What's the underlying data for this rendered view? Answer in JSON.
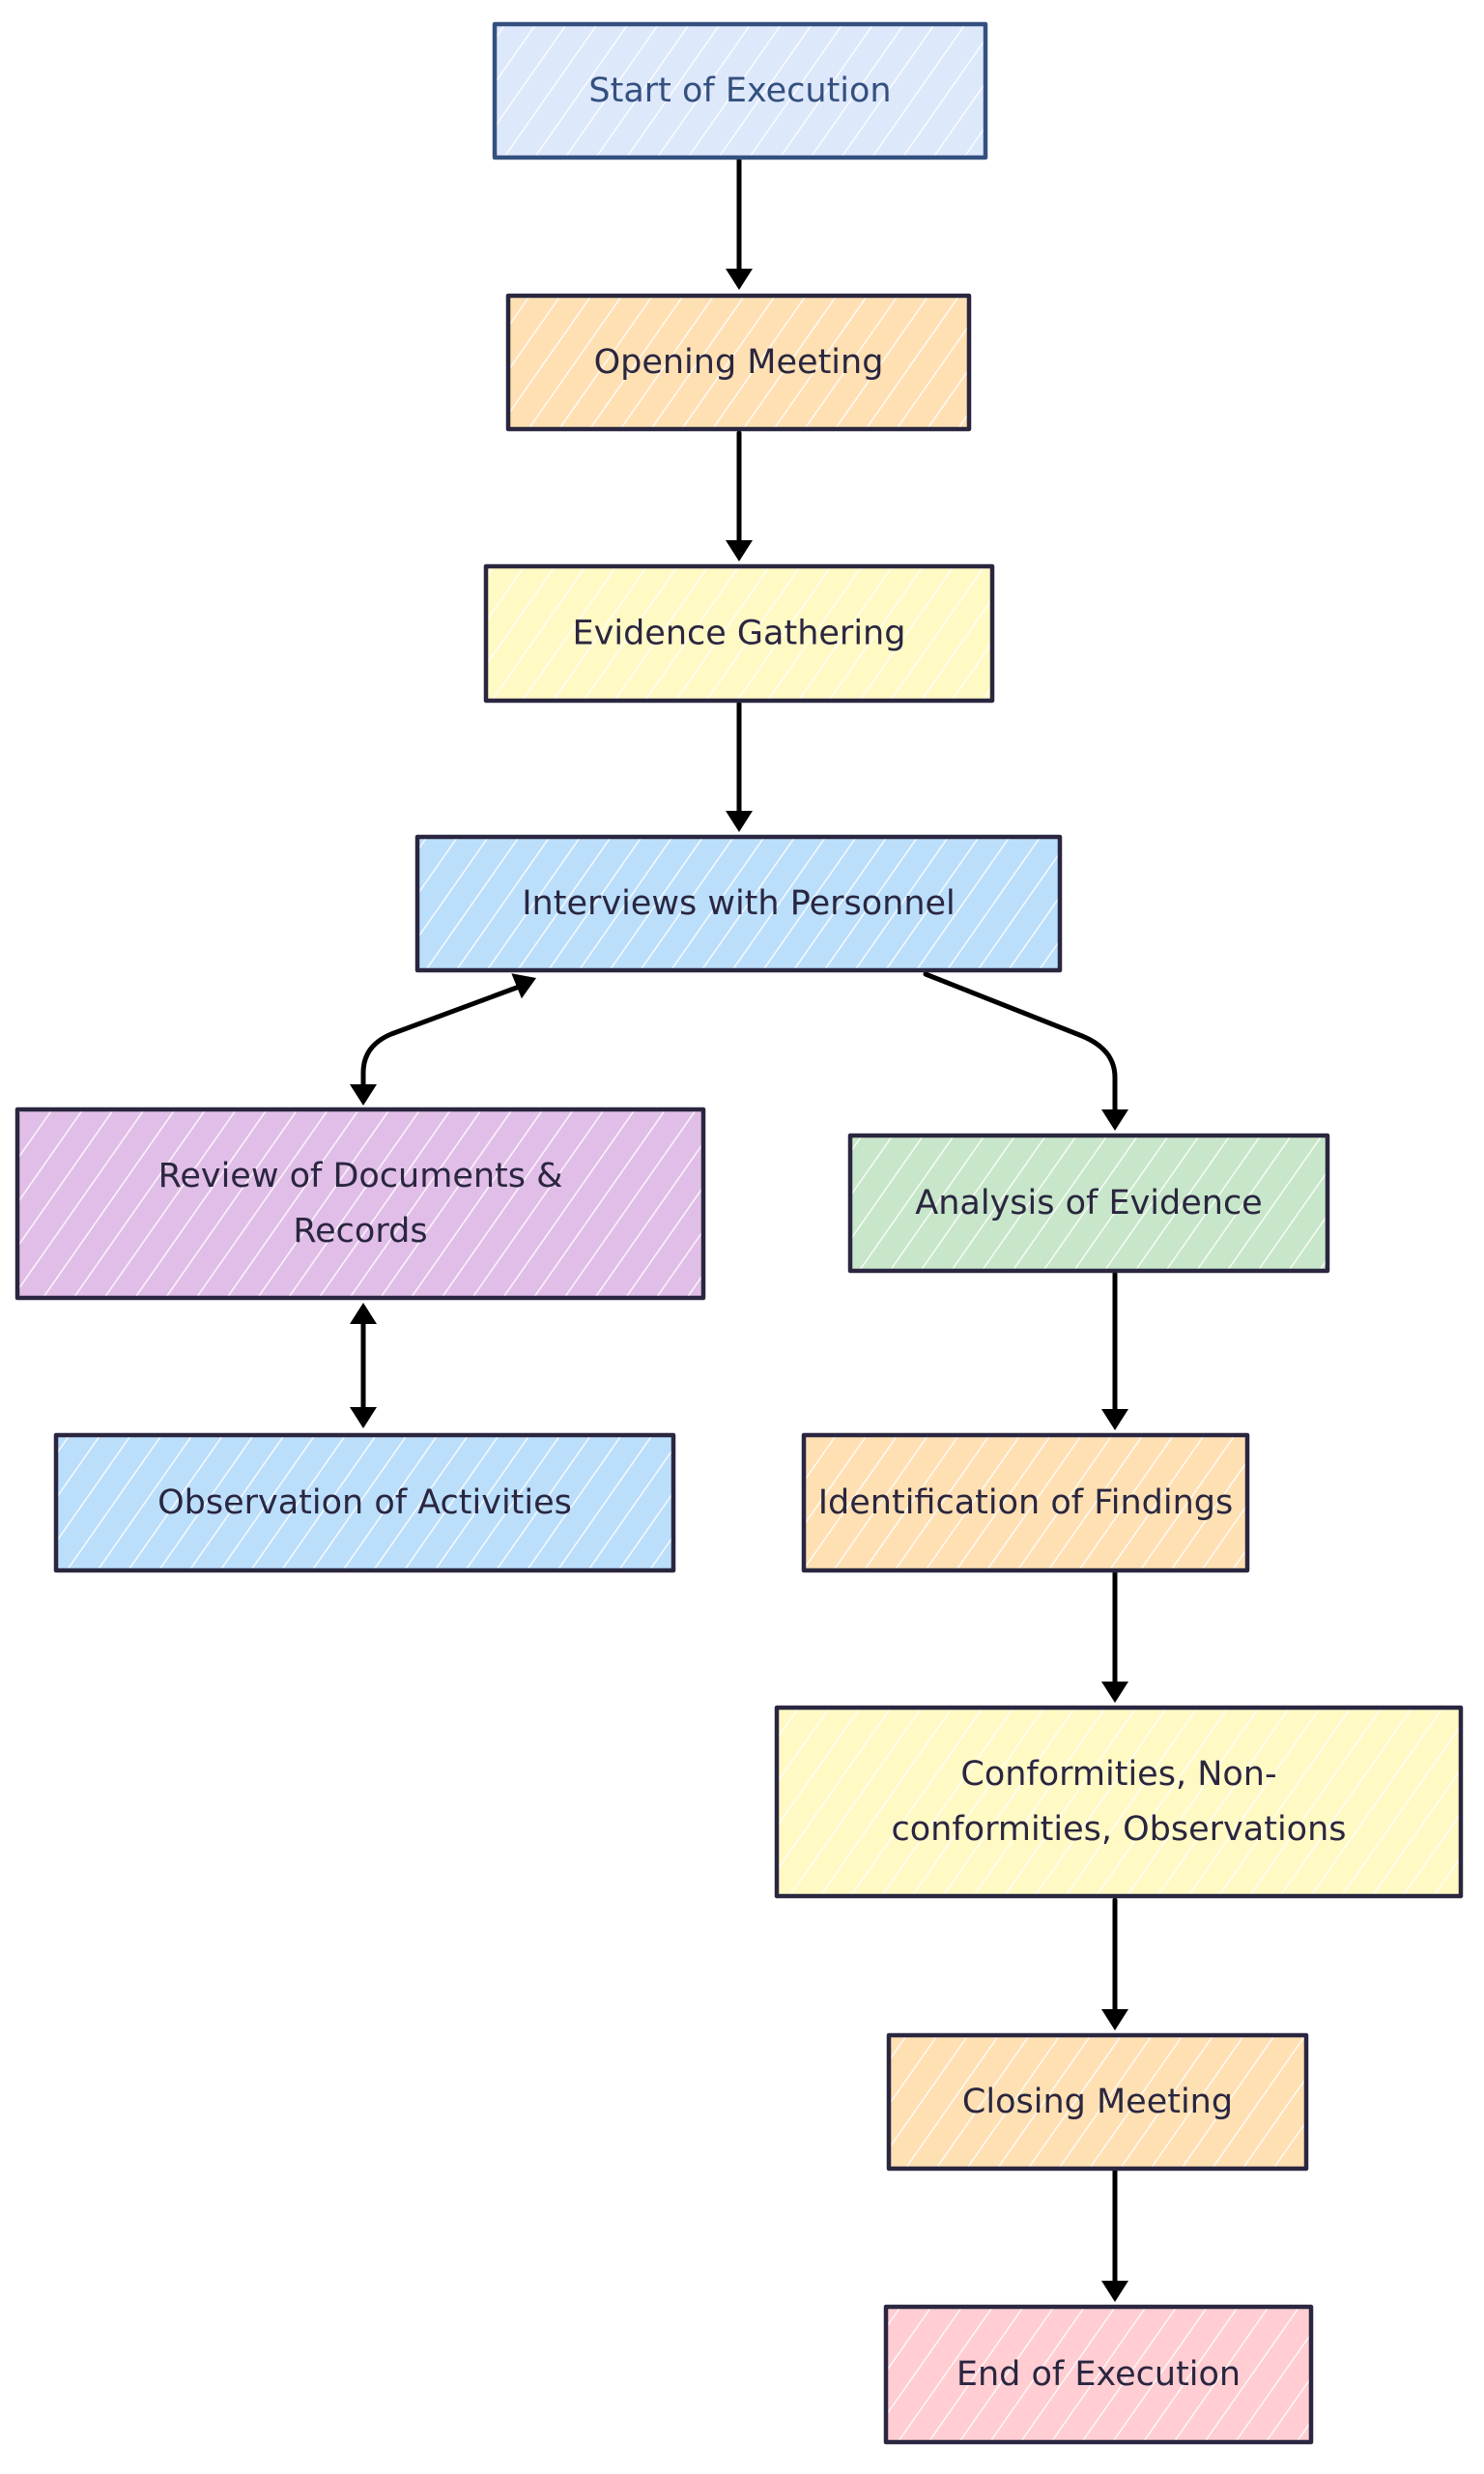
{
  "diagram": {
    "type": "flowchart",
    "style": "hand-drawn hachure",
    "colors": {
      "edge": "#000000",
      "text": "#2a2640",
      "outline": "#2a2640",
      "start_text": "#34507f",
      "start_outline": "#34507f"
    },
    "nodes": [
      {
        "id": "start",
        "label": [
          "Start of Execution"
        ],
        "fill": "#dde8fb",
        "stroke": "#34507f",
        "text": "#34507f"
      },
      {
        "id": "opening",
        "label": [
          "Opening Meeting"
        ],
        "fill": "#ffe0b2",
        "stroke": "#2a2640",
        "text": "#2a2640"
      },
      {
        "id": "evidence",
        "label": [
          "Evidence Gathering"
        ],
        "fill": "#fff9c4",
        "stroke": "#2a2640",
        "text": "#2a2640"
      },
      {
        "id": "interviews",
        "label": [
          "Interviews with Personnel"
        ],
        "fill": "#bbdefb",
        "stroke": "#2a2640",
        "text": "#2a2640"
      },
      {
        "id": "review",
        "label": [
          "Review of Documents &",
          "Records"
        ],
        "fill": "#e1bee7",
        "stroke": "#2a2640",
        "text": "#2a2640"
      },
      {
        "id": "observation",
        "label": [
          "Observation of Activities"
        ],
        "fill": "#bbdefb",
        "stroke": "#2a2640",
        "text": "#2a2640"
      },
      {
        "id": "analysis",
        "label": [
          "Analysis of Evidence"
        ],
        "fill": "#c8e6c9",
        "stroke": "#2a2640",
        "text": "#2a2640"
      },
      {
        "id": "findings",
        "label": [
          "Identification of Findings"
        ],
        "fill": "#ffe0b2",
        "stroke": "#2a2640",
        "text": "#2a2640"
      },
      {
        "id": "conformities",
        "label": [
          "Conformities, Non-",
          "conformities, Observations"
        ],
        "fill": "#fff9c4",
        "stroke": "#2a2640",
        "text": "#2a2640"
      },
      {
        "id": "closing",
        "label": [
          "Closing Meeting"
        ],
        "fill": "#ffe0b2",
        "stroke": "#2a2640",
        "text": "#2a2640"
      },
      {
        "id": "end",
        "label": [
          "End of Execution"
        ],
        "fill": "#ffcdd2",
        "stroke": "#2a2640",
        "text": "#2a2640"
      }
    ],
    "edges": [
      {
        "from": "start",
        "to": "opening",
        "direction": "forward"
      },
      {
        "from": "opening",
        "to": "evidence",
        "direction": "forward"
      },
      {
        "from": "evidence",
        "to": "interviews",
        "direction": "forward"
      },
      {
        "from": "interviews",
        "to": "review",
        "direction": "both"
      },
      {
        "from": "review",
        "to": "observation",
        "direction": "both"
      },
      {
        "from": "interviews",
        "to": "analysis",
        "direction": "forward"
      },
      {
        "from": "analysis",
        "to": "findings",
        "direction": "forward"
      },
      {
        "from": "findings",
        "to": "conformities",
        "direction": "forward"
      },
      {
        "from": "conformities",
        "to": "closing",
        "direction": "forward"
      },
      {
        "from": "closing",
        "to": "end",
        "direction": "forward"
      }
    ]
  }
}
